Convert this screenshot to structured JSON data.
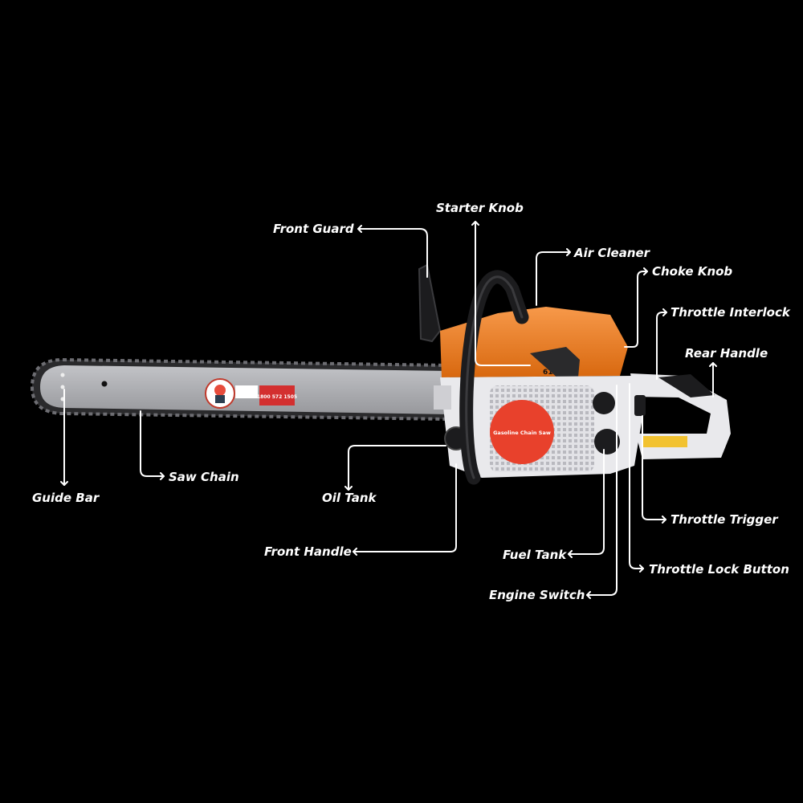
{
  "colors": {
    "background": "#000000",
    "label": "#ffffff",
    "engine_orange": "#f07f1e",
    "bar_grey": "#a9aaae",
    "housing_white": "#e9e9ec",
    "handle_black": "#1c1c1e",
    "badge_red": "#e8412c",
    "warning_yellow": "#f2c230"
  },
  "labels": {
    "starter_knob": "Starter Knob",
    "front_guard": "Front Guard",
    "air_cleaner": "Air Cleaner",
    "choke_knob": "Choke Knob",
    "throttle_interlock": "Throttle Interlock",
    "rear_handle": "Rear Handle",
    "saw_chain": "Saw Chain",
    "guide_bar": "Guide Bar",
    "oil_tank": "Oil Tank",
    "front_handle": "Front Handle",
    "fuel_tank": "Fuel Tank",
    "throttle_trigger": "Throttle Trigger",
    "throttle_lock_button": "Throttle Lock Button",
    "engine_switch": "Engine Switch"
  },
  "product_marks": {
    "housing_badge": "Gasoline Chain Saw",
    "bar_phone": "1800 572 1505",
    "cover_code": "61"
  }
}
